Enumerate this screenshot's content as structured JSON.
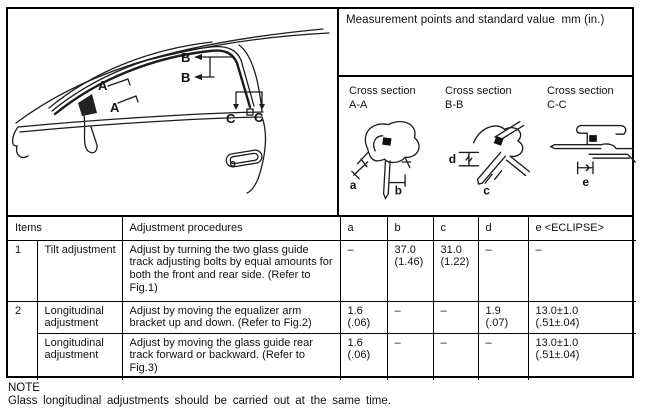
{
  "measurement_panel": {
    "header": "Measurement points and standard value  mm (in.)"
  },
  "cross_sections": [
    {
      "title": "Cross section",
      "code": "A-A"
    },
    {
      "title": "Cross section",
      "code": "B-B"
    },
    {
      "title": "Cross section",
      "code": "C-C"
    }
  ],
  "dims": {
    "a": "a",
    "b": "b",
    "c": "c",
    "d": "d",
    "e": "e"
  },
  "car_labels": {
    "A": "A",
    "B": "B",
    "C": "C"
  },
  "table": {
    "header": {
      "items": "Items",
      "procedures": "Adjustment procedures",
      "col_a": "a",
      "col_b": "b",
      "col_c": "c",
      "col_d": "d",
      "col_e": "e <ECLIPSE>"
    },
    "rows": [
      {
        "num": "1",
        "item": "Tilt adjustment",
        "procedure": "Adjust by turning the two glass guide track adjusting bolts by equal amounts for both the front and rear side. (Refer to Fig.1)",
        "a": "–",
        "b": "37.0\n(1.46)",
        "c": "31.0\n(1.22)",
        "d": "–",
        "e": "–"
      },
      {
        "num": "2",
        "item": "Longitudinal adjustment",
        "procedure": "Adjust by moving the equalizer arm bracket up and down. (Refer to Fig.2)",
        "a": "1.6\n(.06)",
        "b": "–",
        "c": "–",
        "d": "1.9\n(.07)",
        "e": "13.0±1.0\n(.51±.04)"
      },
      {
        "num": "",
        "item": "Longitudinal adjustment",
        "procedure": "Adjust by moving the glass guide rear track forward or backward. (Refer to Fig.3)",
        "a": "1.6\n(.06)",
        "b": "–",
        "c": "–",
        "d": "–",
        "e": "13.0±1.0\n(.51±.04)"
      }
    ]
  },
  "note": {
    "title": "NOTE",
    "text": "Glass longitudinal adjustments should be carried out at the same time."
  }
}
